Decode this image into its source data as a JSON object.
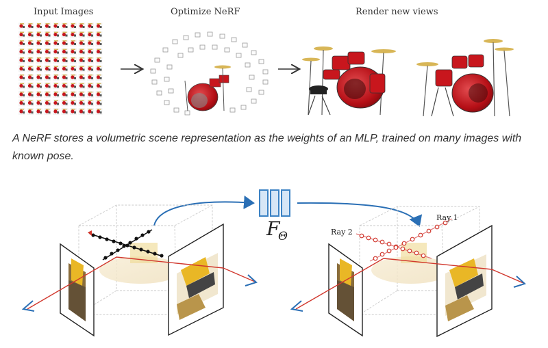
{
  "top": {
    "label_input": "Input Images",
    "label_optimize": "Optimize NeRF",
    "label_render": "Render new views"
  },
  "caption": "A NeRF stores a volumetric scene representation as the weights of an MLP, trained on many images with known pose.",
  "bottom": {
    "mlp_symbol": "F",
    "mlp_subscript": "Θ",
    "ray1": "Ray 1",
    "ray2": "Ray 2"
  },
  "colors": {
    "drum_red": "#c8161d",
    "ray_red": "#d1382e",
    "arrow_blue": "#2a6fb5",
    "mlp_blue": "#3b82c4",
    "bulldozer_yellow": "#e9b726",
    "sample_pink": "#e27a7a"
  }
}
